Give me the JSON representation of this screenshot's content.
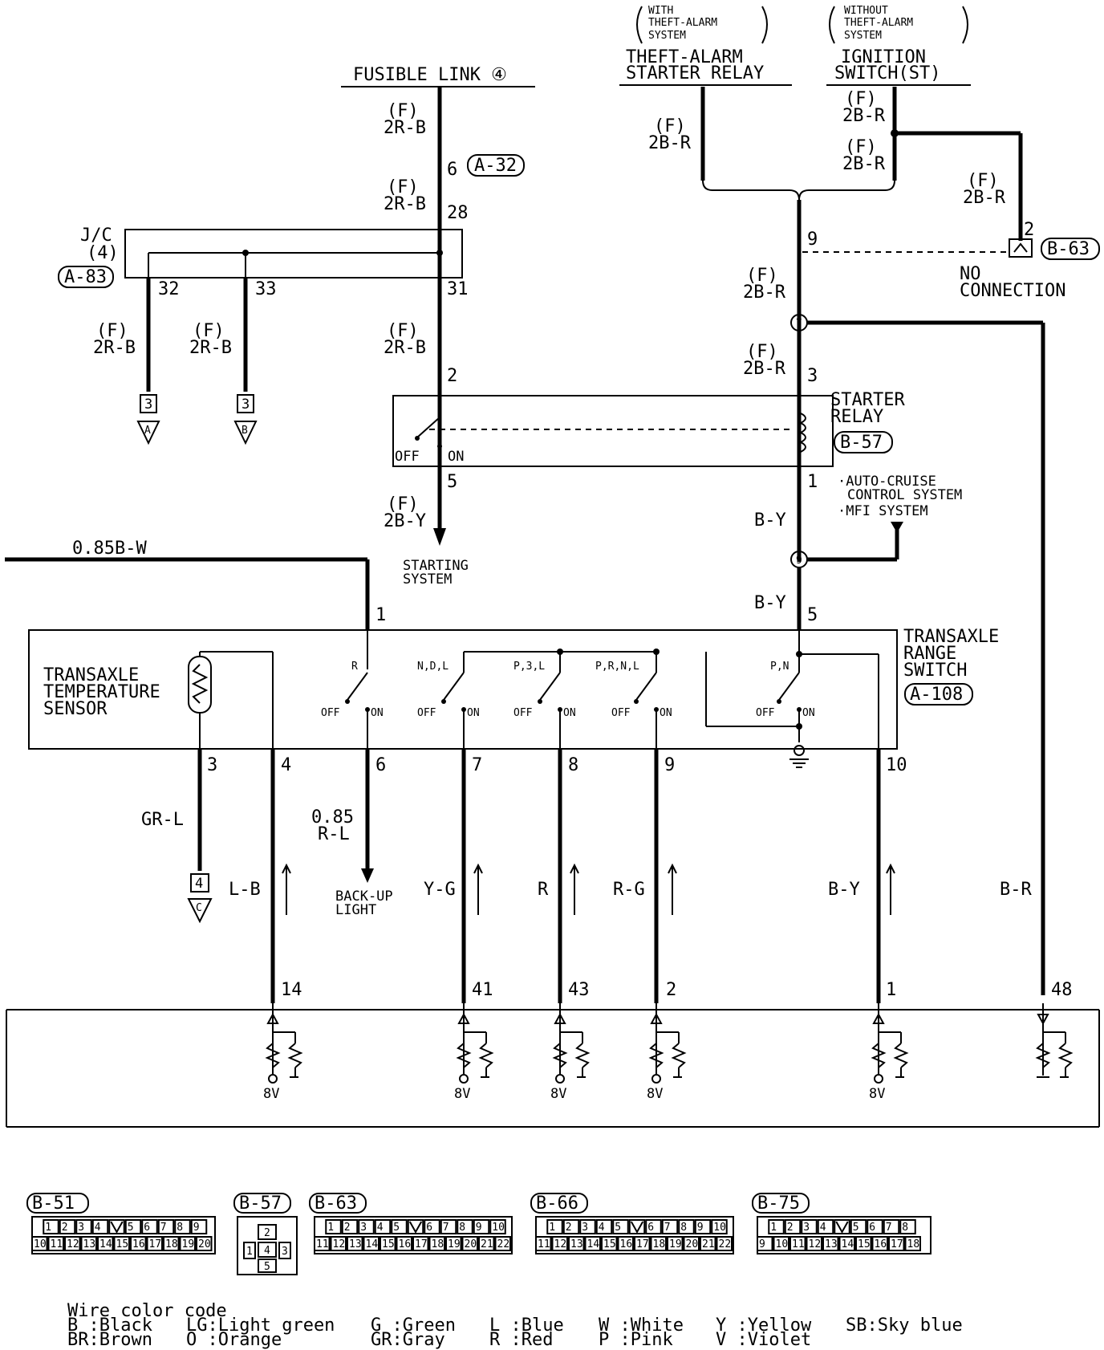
{
  "sources": {
    "fusible_link": "FUSIBLE LINK ④",
    "with_theft_l1": "WITH",
    "with_theft_l2": "THEFT-ALARM",
    "with_theft_l3": "SYSTEM",
    "theft_relay_l1": "THEFT-ALARM",
    "theft_relay_l2": "STARTER RELAY",
    "without_theft_l1": "WITHOUT",
    "without_theft_l2": "THEFT-ALARM",
    "without_theft_l3": "SYSTEM",
    "ign_l1": "IGNITION",
    "ign_l2": "SWITCH(ST)"
  },
  "wires": {
    "f": "(F)",
    "w_2rb": "2R-B",
    "w_2br": "2B-R",
    "w_2by": "2B-Y",
    "w_by": "B-Y",
    "w_bw": "0.85B-W",
    "w_grl": "GR-L",
    "w_085": "0.85",
    "w_rl": "R-L",
    "w_lb": "L-B",
    "w_yg": "Y-G",
    "w_r": "R",
    "w_rg": "R-G",
    "w_br": "B-R"
  },
  "pins": {
    "p6": "6",
    "p28": "28",
    "p31": "31",
    "p32": "32",
    "p33": "33",
    "p2": "2",
    "p5": "5",
    "p9": "9",
    "p3": "3",
    "p1": "1",
    "p2b": "2",
    "p5b": "5",
    "p1b": "1",
    "t3": "3",
    "t4": "4",
    "t6": "6",
    "t7": "7",
    "t8": "8",
    "t9": "9",
    "t10": "10",
    "e14": "14",
    "e41": "41",
    "e43": "43",
    "e2": "2",
    "e1": "1",
    "e48": "48"
  },
  "connectors": {
    "a32": "A-32",
    "a83": "A-83",
    "b63": "B-63",
    "b57": "B-57",
    "a108": "A-108"
  },
  "components": {
    "jc_l1": "J/C",
    "jc_l2": "(4)",
    "starter_relay_l1": "STARTER",
    "starter_relay_l2": "RELAY",
    "off": "OFF",
    "on": "ON",
    "starting_l1": "STARTING",
    "starting_l2": "SYSTEM",
    "no_conn_l1": "NO",
    "no_conn_l2": "CONNECTION",
    "auto_cruise_l1": "·AUTO-CRUISE",
    "auto_cruise_l2": "CONTROL SYSTEM",
    "mfi": "·MFI SYSTEM",
    "trs_l1": "TRANSAXLE",
    "trs_l2": "RANGE",
    "trs_l3": "SWITCH",
    "temp_l1": "TRANSAXLE",
    "temp_l2": "TEMPERATURE",
    "temp_l3": "SENSOR",
    "sw_r": "R",
    "sw_ndl": "N,D,L",
    "sw_p3l": "P,3,L",
    "sw_prnl": "P,R,N,L",
    "sw_pn": "P,N",
    "backup_l1": "BACK-UP",
    "backup_l2": "LIGHT",
    "v8": "8V",
    "n7": "7",
    "n9": "9",
    "box3": "3",
    "box4": "4",
    "gA": "A",
    "gB": "B",
    "gC": "C"
  },
  "connector_views": {
    "b51": {
      "id": "B-51",
      "row1": [
        "1",
        "2",
        "3",
        "4",
        "",
        "5",
        "6",
        "7",
        "8",
        "9"
      ],
      "row2": [
        "10",
        "11",
        "12",
        "13",
        "14",
        "15",
        "16",
        "17",
        "18",
        "19",
        "20"
      ]
    },
    "b57": {
      "id": "B-57",
      "cells": [
        "2",
        "1",
        "4",
        "3",
        "5"
      ]
    },
    "b63": {
      "id": "B-63",
      "row1": [
        "1",
        "2",
        "3",
        "4",
        "5",
        "",
        "6",
        "7",
        "8",
        "9",
        "10"
      ],
      "row2": [
        "11",
        "12",
        "13",
        "14",
        "15",
        "16",
        "17",
        "18",
        "19",
        "20",
        "21",
        "22"
      ]
    },
    "b66": {
      "id": "B-66",
      "row1": [
        "1",
        "2",
        "3",
        "4",
        "5",
        "",
        "6",
        "7",
        "8",
        "9",
        "10"
      ],
      "row2": [
        "11",
        "12",
        "13",
        "14",
        "15",
        "16",
        "17",
        "18",
        "19",
        "20",
        "21",
        "22"
      ]
    },
    "b75": {
      "id": "B-75",
      "row1": [
        "1",
        "2",
        "3",
        "4",
        "",
        "5",
        "6",
        "7",
        "8"
      ],
      "row2": [
        "9",
        "10",
        "11",
        "12",
        "13",
        "14",
        "15",
        "16",
        "17",
        "18"
      ]
    }
  },
  "legend": {
    "title": "Wire color code",
    "b": "B :Black",
    "br": "BR:Brown",
    "lg": "LG:Light green",
    "o": "O :Orange",
    "g": "G :Green",
    "gr": "GR:Gray",
    "l": "L :Blue",
    "r": "R :Red",
    "wh": "W :White",
    "p": "P :Pink",
    "y": "Y :Yellow",
    "v": "V :Violet",
    "sb": "SB:Sky blue"
  }
}
